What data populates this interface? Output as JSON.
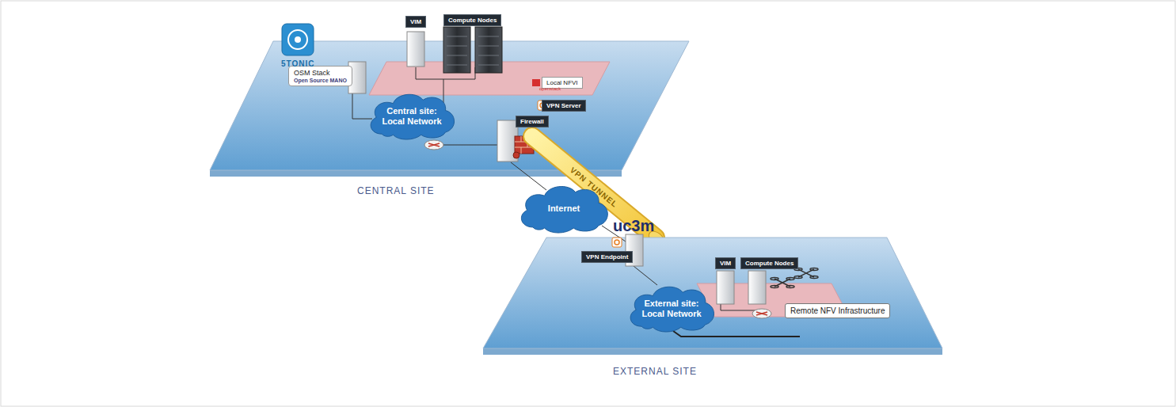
{
  "diagram": {
    "nodes": [
      {
        "text": [
          "VIM"
        ]
      },
      {
        "text": [
          "Compute Nodes"
        ]
      },
      {
        "text": [
          "Local NFVI"
        ]
      },
      {
        "text": [
          "OSM Stack",
          "Open Source MANO"
        ]
      },
      {
        "text": [
          "Central site: Local Network"
        ]
      },
      {
        "text": [
          "VPN Server"
        ]
      },
      {
        "text": [
          "Firewall"
        ]
      },
      {
        "text": [
          "Internet"
        ]
      },
      {
        "text": [
          "VPN Endpoint"
        ]
      },
      {
        "text": [
          "External site: Local Network"
        ]
      },
      {
        "text": [
          "VIM"
        ]
      },
      {
        "text": [
          "Compute Nodes"
        ]
      },
      {
        "text": [
          "Remote NFV Infrastructure"
        ]
      }
    ],
    "labels": [
      "5TONIC",
      "openstack",
      "VPN TUNNEL",
      "CENTRAL SITE",
      "uc3m",
      "EXTERNAL SITE"
    ]
  }
}
